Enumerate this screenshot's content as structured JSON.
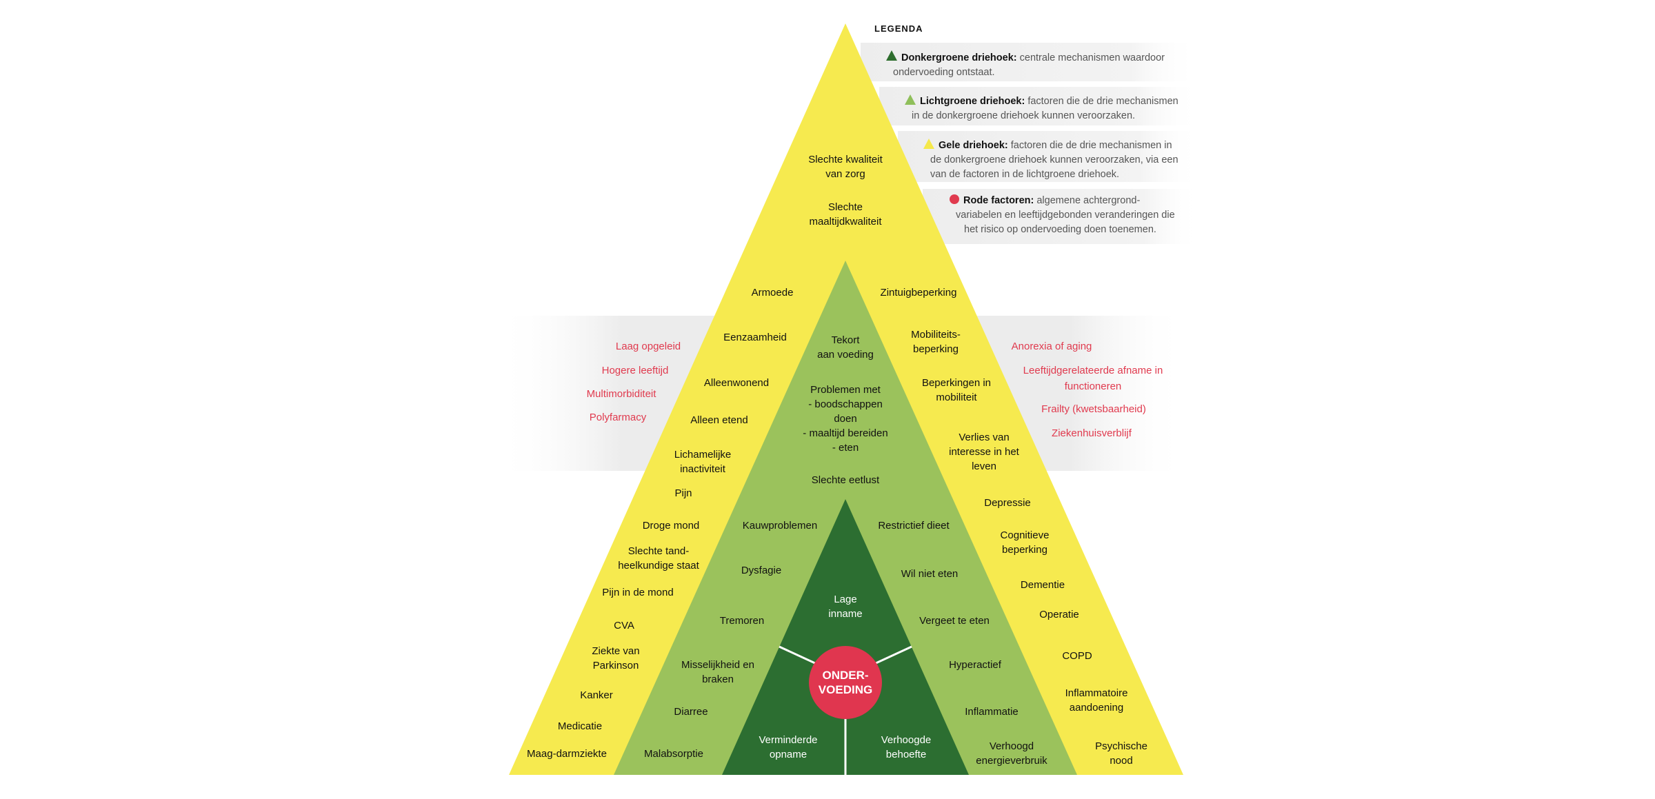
{
  "legend": {
    "title": "LEGENDA",
    "items": [
      {
        "bold": "Donkergroene driehoek:",
        "lines": [
          "centrale mechanismen waardoor",
          "ondervoeding ontstaat."
        ],
        "color": "#2e6e2e"
      },
      {
        "bold": "Lichtgroene driehoek:",
        "lines": [
          "factoren die de drie mechanismen",
          "in de donkergroene driehoek kunnen veroorzaken."
        ],
        "color": "#8fbf5a"
      },
      {
        "bold": "Gele driehoek:",
        "lines": [
          "factoren die de drie mechanismen in",
          "de donkergroene driehoek kunnen veroorzaken, via een",
          "van de factoren in de lichtgroene driehoek."
        ],
        "color": "#f5e84a"
      },
      {
        "bold": "Rode factoren:",
        "lines": [
          "algemene achtergrond-",
          "variabelen en leeftijdgebonden veranderingen die",
          "het risico op ondervoeding doen toenemen."
        ],
        "color": "#e03a4e"
      }
    ]
  },
  "colors": {
    "yellow": "#f6ea4f",
    "light_green": "#9bc25c",
    "dark_green": "#2c6e31",
    "red_circle": "#e0364f",
    "red_text": "#e03a4e",
    "band": "#ededed"
  },
  "core": {
    "lines": [
      "ONDER-",
      "VOEDING"
    ]
  },
  "dark_triangle": [
    {
      "lines": [
        "Lage",
        "inname"
      ]
    },
    {
      "lines": [
        "Verminderde",
        "opname"
      ]
    },
    {
      "lines": [
        "Verhoogde",
        "behoefte"
      ]
    }
  ],
  "yellow_top": [
    {
      "lines": [
        "Slechte kwaliteit",
        "van zorg"
      ]
    },
    {
      "lines": [
        "Slechte",
        "maaltijdkwaliteit"
      ]
    }
  ],
  "yellow_left": [
    {
      "lines": [
        "Armoede"
      ]
    },
    {
      "lines": [
        "Eenzaamheid"
      ]
    },
    {
      "lines": [
        "Alleenwonend"
      ]
    },
    {
      "lines": [
        "Alleen etend"
      ]
    },
    {
      "lines": [
        "Lichamelijke",
        "inactiviteit"
      ]
    },
    {
      "lines": [
        "Pijn"
      ]
    },
    {
      "lines": [
        "Droge mond"
      ]
    },
    {
      "lines": [
        "Slechte tand-",
        "heelkundige staat"
      ]
    },
    {
      "lines": [
        "Pijn in de mond"
      ]
    },
    {
      "lines": [
        "CVA"
      ]
    },
    {
      "lines": [
        "Ziekte van",
        "Parkinson"
      ]
    },
    {
      "lines": [
        "Kanker"
      ]
    },
    {
      "lines": [
        "Medicatie"
      ]
    },
    {
      "lines": [
        "Maag-darmziekte"
      ]
    }
  ],
  "yellow_right": [
    {
      "lines": [
        "Zintuigbeperking"
      ]
    },
    {
      "lines": [
        "Mobiliteits-",
        "beperking"
      ]
    },
    {
      "lines": [
        "Beperkingen in",
        "mobiliteit"
      ]
    },
    {
      "lines": [
        "Verlies van",
        "interesse in het",
        "leven"
      ]
    },
    {
      "lines": [
        "Depressie"
      ]
    },
    {
      "lines": [
        "Cognitieve",
        "beperking"
      ]
    },
    {
      "lines": [
        "Dementie"
      ]
    },
    {
      "lines": [
        "Operatie"
      ]
    },
    {
      "lines": [
        "COPD"
      ]
    },
    {
      "lines": [
        "Inflammatoire",
        "aandoening"
      ]
    },
    {
      "lines": [
        "Psychische",
        "nood"
      ]
    }
  ],
  "green_center": [
    {
      "lines": [
        "Tekort",
        "aan voeding"
      ]
    },
    {
      "lines": [
        "Problemen met",
        "- boodschappen",
        "doen",
        "- maaltijd bereiden",
        "- eten"
      ]
    },
    {
      "lines": [
        "Slechte eetlust"
      ]
    }
  ],
  "green_left": [
    {
      "lines": [
        "Kauwproblemen"
      ]
    },
    {
      "lines": [
        "Dysfagie"
      ]
    },
    {
      "lines": [
        "Tremoren"
      ]
    },
    {
      "lines": [
        "Misselijkheid en",
        "braken"
      ]
    },
    {
      "lines": [
        "Diarree"
      ]
    },
    {
      "lines": [
        "Malabsorptie"
      ]
    }
  ],
  "green_right": [
    {
      "lines": [
        "Restrictief dieet"
      ]
    },
    {
      "lines": [
        "Wil niet eten"
      ]
    },
    {
      "lines": [
        "Vergeet te eten"
      ]
    },
    {
      "lines": [
        "Hyperactief"
      ]
    },
    {
      "lines": [
        "Inflammatie"
      ]
    },
    {
      "lines": [
        "Verhoogd",
        "energieverbruik"
      ]
    }
  ],
  "red_left": [
    {
      "lines": [
        "Laag opgeleid"
      ]
    },
    {
      "lines": [
        "Hogere leeftijd"
      ]
    },
    {
      "lines": [
        "Multimorbiditeit"
      ]
    },
    {
      "lines": [
        "Polyfarmacy"
      ]
    }
  ],
  "red_right": [
    {
      "lines": [
        "Anorexia of aging"
      ]
    },
    {
      "lines": [
        "Leeftijdgerelateerde afname in",
        "functioneren"
      ]
    },
    {
      "lines": [
        "Frailty (kwetsbaarheid)"
      ]
    },
    {
      "lines": [
        "Ziekenhuisverblijf"
      ]
    }
  ]
}
